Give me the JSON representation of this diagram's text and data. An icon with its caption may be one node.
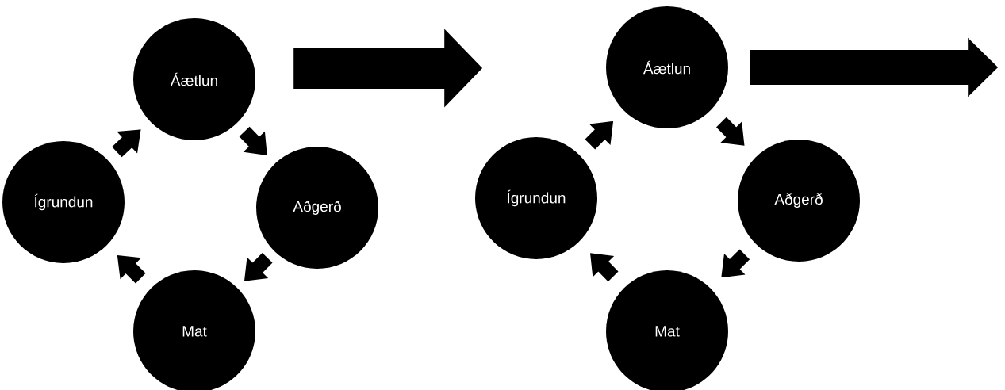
{
  "diagram": {
    "nodes": [
      {
        "text": [
          "Áætlun"
        ]
      },
      {
        "text": [
          "Aðgerð"
        ]
      },
      {
        "text": [
          "Mat"
        ]
      },
      {
        "text": [
          "Ígrundun"
        ]
      },
      {
        "text": [
          "Áætlun"
        ]
      },
      {
        "text": [
          "Aðgerð"
        ]
      },
      {
        "text": [
          "Mat"
        ]
      },
      {
        "text": [
          "Ígrundun"
        ]
      }
    ],
    "edges": [
      {
        "from": 0,
        "to": 1,
        "arrow": "to"
      },
      {
        "from": 1,
        "to": 2,
        "arrow": "to"
      },
      {
        "from": 2,
        "to": 3,
        "arrow": "to"
      },
      {
        "from": 3,
        "to": 0,
        "arrow": "to"
      },
      {
        "from": 0,
        "to": null,
        "arrow": "to",
        "style": "thick"
      },
      {
        "from": 4,
        "to": 5,
        "arrow": "to"
      },
      {
        "from": 5,
        "to": 6,
        "arrow": "to"
      },
      {
        "from": 6,
        "to": 7,
        "arrow": "to"
      },
      {
        "from": 7,
        "to": 4,
        "arrow": "to"
      },
      {
        "from": 4,
        "to": null,
        "arrow": "to",
        "style": "thick"
      }
    ]
  }
}
